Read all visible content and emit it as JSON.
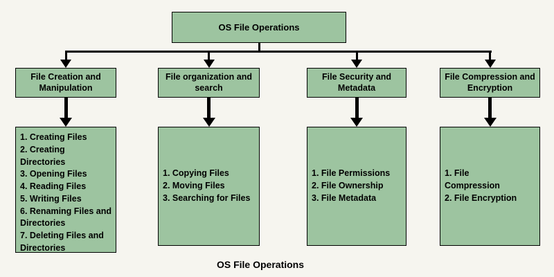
{
  "diagram": {
    "title": "OS File Operations",
    "caption": "OS File Operations",
    "colors": {
      "background": "#f6f5ef",
      "box_fill": "#9dc4a0",
      "box_border": "#000000",
      "connector": "#000000"
    },
    "columns": [
      {
        "header": "File Creation and Manipulation",
        "items": [
          "1. Creating Files",
          "2. Creating Directories",
          "3. Opening Files",
          "4. Reading Files",
          "5. Writing Files",
          "6. Renaming Files and Directories",
          "7. Deleting Files and Directories"
        ]
      },
      {
        "header": "File organization and search",
        "items": [
          "1. Copying Files",
          "2. Moving Files",
          "3. Searching for Files"
        ]
      },
      {
        "header": "File Security and Metadata",
        "items": [
          "1. File Permissions",
          "2. File Ownership",
          "3. File Metadata"
        ]
      },
      {
        "header": "File Compression and Encryption",
        "items": [
          "1. File\nCompression",
          "2. File Encryption"
        ]
      }
    ]
  }
}
